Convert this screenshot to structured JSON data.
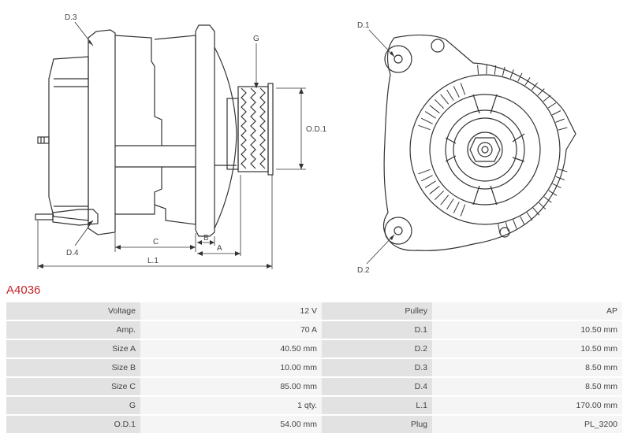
{
  "drawing": {
    "labels": {
      "d3": "D.3",
      "g": "G",
      "od1": "O.D.1",
      "d4": "D.4",
      "c": "C",
      "b": "B",
      "a": "A",
      "l1": "L.1",
      "d1": "D.1",
      "d2": "D.2"
    }
  },
  "part_code": "A4036",
  "specs": [
    {
      "label": "Voltage",
      "value": "12 V",
      "label2": "Pulley",
      "value2": "AP"
    },
    {
      "label": "Amp.",
      "value": "70 A",
      "label2": "D.1",
      "value2": "10.50 mm"
    },
    {
      "label": "Size A",
      "value": "40.50 mm",
      "label2": "D.2",
      "value2": "10.50 mm"
    },
    {
      "label": "Size B",
      "value": "10.00 mm",
      "label2": "D.3",
      "value2": "8.50 mm"
    },
    {
      "label": "Size C",
      "value": "85.00 mm",
      "label2": "D.4",
      "value2": "8.50 mm"
    },
    {
      "label": "G",
      "value": "1 qty.",
      "label2": "L.1",
      "value2": "170.00 mm"
    },
    {
      "label": "O.D.1",
      "value": "54.00 mm",
      "label2": "Plug",
      "value2": "PL_3200"
    }
  ]
}
